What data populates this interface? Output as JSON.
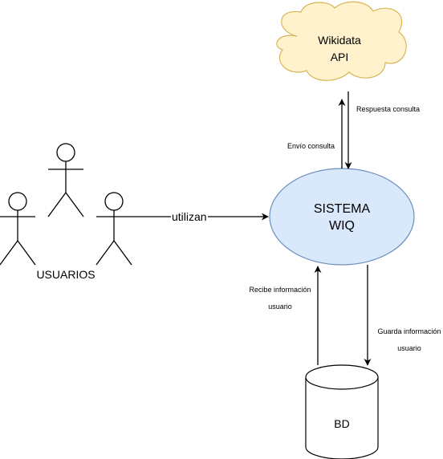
{
  "nodes": {
    "wikidata": {
      "line1": "Wikidata",
      "line2": "API"
    },
    "sistema": {
      "line1": "SISTEMA",
      "line2": "WIQ"
    },
    "bd": {
      "label": "BD"
    },
    "usuarios": {
      "label": "USUARIOS"
    }
  },
  "edges": {
    "utilizan": "utilizan",
    "envio_consulta": "Envío consulta",
    "respuesta_consulta": "Respuesta consulta",
    "recibe_info": {
      "line1": "Recibe información",
      "line2": "usuario"
    },
    "guarda_info": {
      "line1": "Guarda información",
      "line2": "usuario"
    }
  },
  "colors": {
    "cloud_fill": "#fff2cc",
    "cloud_stroke": "#d6b656",
    "ellipse_fill": "#dae8fc",
    "ellipse_stroke": "#6c8ebf",
    "line": "#000000"
  }
}
